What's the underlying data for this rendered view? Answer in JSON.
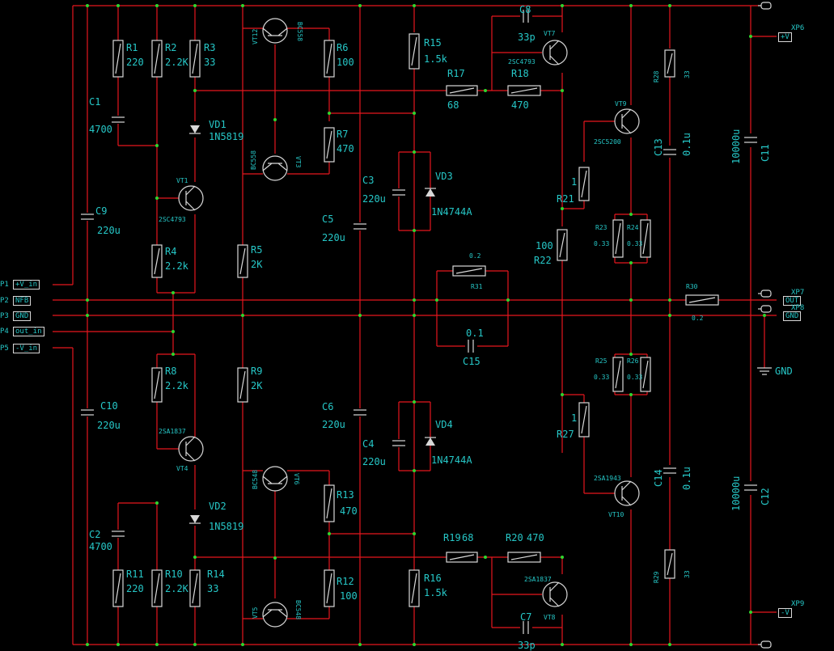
{
  "resistors": [
    {
      "ref": "R1",
      "value": "220"
    },
    {
      "ref": "R2",
      "value": "2.2K"
    },
    {
      "ref": "R3",
      "value": "33"
    },
    {
      "ref": "R4",
      "value": "2.2k"
    },
    {
      "ref": "R5",
      "value": "2K"
    },
    {
      "ref": "R6",
      "value": "100"
    },
    {
      "ref": "R7",
      "value": "470"
    },
    {
      "ref": "R8",
      "value": "2.2k"
    },
    {
      "ref": "R9",
      "value": "2K"
    },
    {
      "ref": "R10",
      "value": "2.2K"
    },
    {
      "ref": "R11",
      "value": "220"
    },
    {
      "ref": "R12",
      "value": "100"
    },
    {
      "ref": "R13",
      "value": "470"
    },
    {
      "ref": "R14",
      "value": "33"
    },
    {
      "ref": "R15",
      "value": "1.5k"
    },
    {
      "ref": "R16",
      "value": "1.5k"
    },
    {
      "ref": "R17",
      "value": "68"
    },
    {
      "ref": "R18",
      "value": "470"
    },
    {
      "ref": "R19",
      "value": "68"
    },
    {
      "ref": "R20",
      "value": "470"
    },
    {
      "ref": "R21",
      "value": "1"
    },
    {
      "ref": "R22",
      "value": "100"
    },
    {
      "ref": "R23",
      "value": "0.33"
    },
    {
      "ref": "R24",
      "value": "0.33"
    },
    {
      "ref": "R25",
      "value": "0.33"
    },
    {
      "ref": "R26",
      "value": "0.33"
    },
    {
      "ref": "R27",
      "value": "1"
    },
    {
      "ref": "R28",
      "value": "33"
    },
    {
      "ref": "R29",
      "value": "33"
    },
    {
      "ref": "R30",
      "value": "0.2"
    },
    {
      "ref": "R31",
      "value": "0.2"
    }
  ],
  "capacitors": [
    {
      "ref": "C1",
      "value": "4700"
    },
    {
      "ref": "C2",
      "value": "4700"
    },
    {
      "ref": "C3",
      "value": "220u"
    },
    {
      "ref": "C4",
      "value": "220u"
    },
    {
      "ref": "C5",
      "value": "220u"
    },
    {
      "ref": "C6",
      "value": "220u"
    },
    {
      "ref": "C7",
      "value": "33p"
    },
    {
      "ref": "C8",
      "value": "33p"
    },
    {
      "ref": "C9",
      "value": "220u"
    },
    {
      "ref": "C10",
      "value": "220u"
    },
    {
      "ref": "C11",
      "value": "10000u"
    },
    {
      "ref": "C12",
      "value": "10000u"
    },
    {
      "ref": "C13",
      "value": "0.1u"
    },
    {
      "ref": "C14",
      "value": "0.1u"
    },
    {
      "ref": "C15",
      "value": "0.1"
    }
  ],
  "diodes": [
    {
      "ref": "VD1",
      "value": "1N5819"
    },
    {
      "ref": "VD2",
      "value": "1N5819"
    },
    {
      "ref": "VD3",
      "value": "1N4744A"
    },
    {
      "ref": "VD4",
      "value": "1N4744A"
    }
  ],
  "transistors": [
    {
      "ref": "VT1",
      "type": "2SC4793"
    },
    {
      "ref": "VT4",
      "type": "2SA1837"
    },
    {
      "ref": "VT12",
      "type": "BC558"
    },
    {
      "ref": "VT3",
      "type": "BC558"
    },
    {
      "ref": "VT6",
      "type": "BC548"
    },
    {
      "ref": "VT5",
      "type": "BC548"
    },
    {
      "ref": "VT7",
      "type": "2SC4793"
    },
    {
      "ref": "VT8",
      "type": "2SA1837"
    },
    {
      "ref": "VT9",
      "type": "2SC5200"
    },
    {
      "ref": "VT10",
      "type": "2SA1943"
    }
  ],
  "left_ports": [
    {
      "pin": "P1",
      "label": "+V_in"
    },
    {
      "pin": "P2",
      "label": "NFB"
    },
    {
      "pin": "P3",
      "label": "GND"
    },
    {
      "pin": "P4",
      "label": "out_in"
    },
    {
      "pin": "P5",
      "label": "-V_in"
    }
  ],
  "right_ports": [
    {
      "pin": "XP6",
      "label": "+V"
    },
    {
      "pin": "XP7",
      "label": "OUT"
    },
    {
      "pin": "XP8",
      "label": "GND"
    },
    {
      "pin": "XP9",
      "label": "-V"
    }
  ],
  "ground_label": "GND",
  "colors": {
    "wire": "#e6161e",
    "body": "#d8d8d8",
    "text": "#26c7c7",
    "junction": "#2fd62f",
    "background": "#000000"
  }
}
